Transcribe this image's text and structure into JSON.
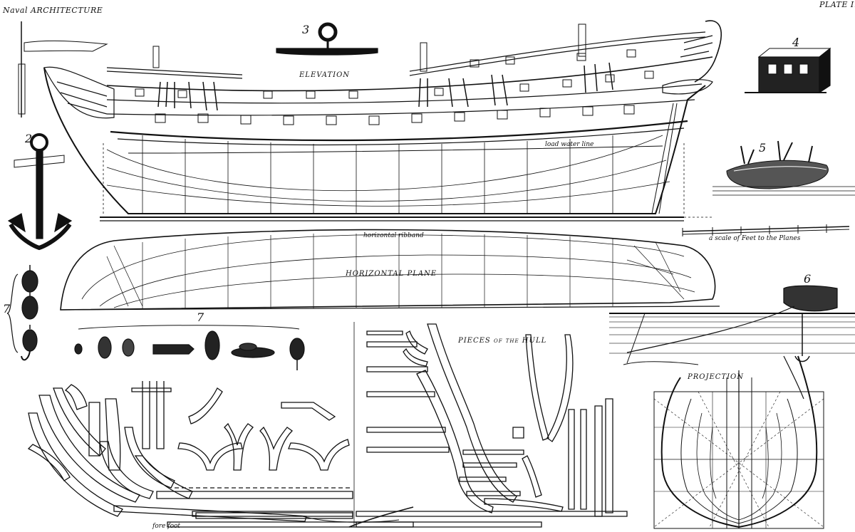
{
  "plate": {
    "header_left": "Naval ARCHITECTURE",
    "header_right": "PLATE I."
  },
  "titles": {
    "elevation": "ELEVATION",
    "horizontal_plane": "HORIZONTAL PLANE",
    "pieces_of_hull": "PIECES of the HULL",
    "projection": "PROJECTION"
  },
  "annotations": {
    "load_water_line": "load water line",
    "horizontal_ribband": "horizontal ribband",
    "scale": "a scale of Feet to the Planes",
    "fore_foot": "fore foot"
  },
  "figure_numbers": [
    "2",
    "3",
    "4",
    "5",
    "6",
    "7",
    "7"
  ],
  "colors": {
    "ink": "#111111",
    "paper": "#ffffff",
    "sea": "#444444"
  }
}
